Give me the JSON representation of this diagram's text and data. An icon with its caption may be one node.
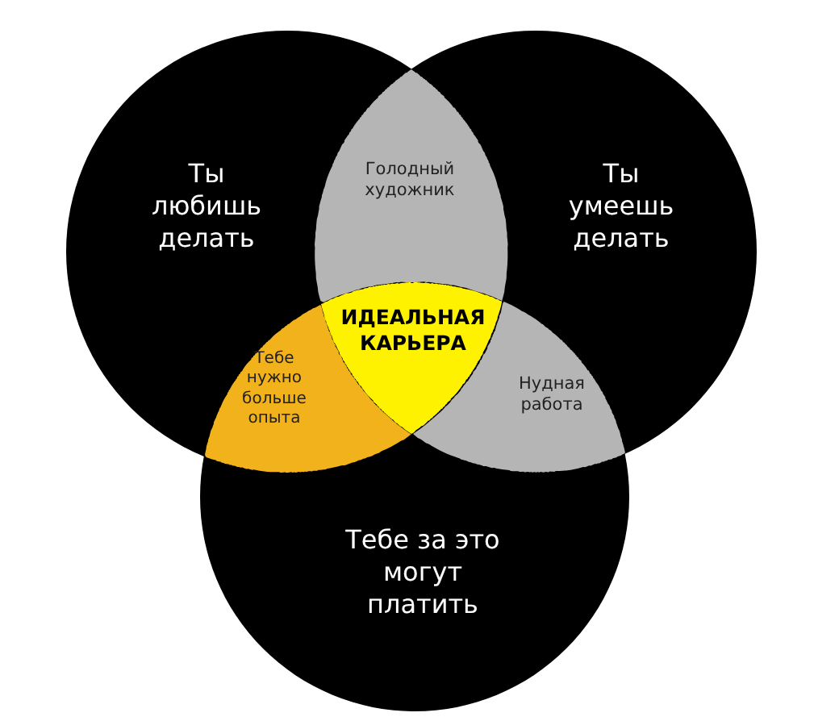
{
  "diagram": {
    "nodes": [
      {
        "text": [
          "Ты любишь делать"
        ]
      },
      {
        "text": [
          "Голодный художник"
        ]
      },
      {
        "text": [
          "Ты умеешь делать"
        ]
      },
      {
        "text": [
          "ИДЕАЛЬНАЯ КАРЬЕРА"
        ]
      },
      {
        "text": [
          "Тебе нужно больше опыта"
        ]
      },
      {
        "text": [
          "Нудная работа"
        ]
      },
      {
        "text": [
          "Тебе за это могут платить"
        ]
      }
    ]
  }
}
